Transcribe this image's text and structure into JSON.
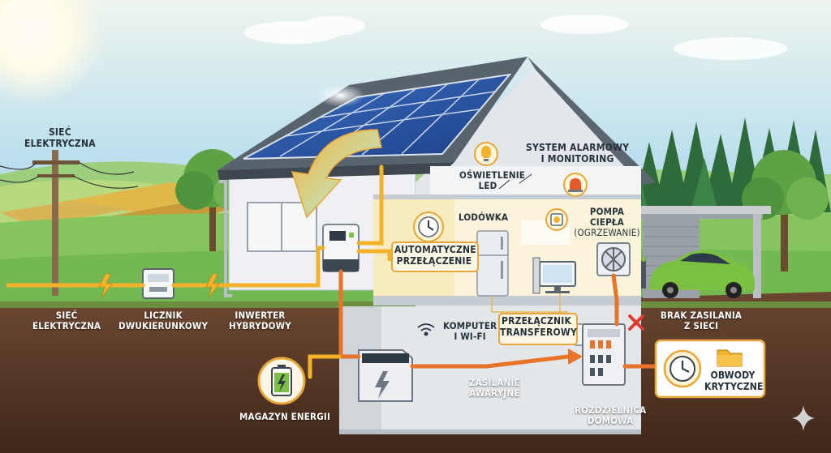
{
  "labels": {
    "grid_top_1": "SIEĆ",
    "grid_top_2": "ELEKTRYCZNA",
    "grid_bottom_1": "SIEĆ",
    "grid_bottom_2": "ELEKTRYCZNA",
    "meter_1": "LICZNIK",
    "meter_2": "DWUKIERUNKOWY",
    "inverter_1": "INWERTER",
    "inverter_2": "HYBRYDOWY",
    "auto_switch_1": "AUTOMATYCZNE",
    "auto_switch_2": "PRZEŁĄCZENIE",
    "led_1": "OŚWIETLENIE",
    "led_2": "LED",
    "alarm_1": "SYSTEM ALARMOWY",
    "alarm_2": "I MONITORING",
    "fridge": "LODÓWKA",
    "heat_pump_1": "POMPA",
    "heat_pump_2": "CIEPŁA",
    "heat_pump_3": "(OGRZEWANIE)",
    "computer_1": "KOMPUTER",
    "computer_2": "I WI-FI",
    "transfer_1": "PRZEŁĄCZNIK",
    "transfer_2": "TRANSFEROWY",
    "no_grid_1": "BRAK ZASILANIA",
    "no_grid_2": "Z SIECI",
    "backup_1": "ZASILANIE",
    "backup_2": "AWARYJNE",
    "critical_1": "OBWODY",
    "critical_2": "KRYTYCZNE",
    "storage": "MAGAZYN ENERGII",
    "panel_1": "ROZDZIELNICA",
    "panel_2": "DOMOWA"
  },
  "colors": {
    "sky_top": "#e8f2f2",
    "sky_bottom": "#a9d4ea",
    "grass": "#7cc35a",
    "soil": "#5a3a26",
    "wall": "#e9ebee",
    "roof": "#5b6670",
    "solar": "#2a5aa8",
    "energy_yellow": "#f2b22a",
    "energy_orange": "#e8742a",
    "car": "#7bc043",
    "alert_red": "#e03a2f"
  },
  "icons": [
    "sun",
    "power-pole",
    "meter-icon",
    "lightning-icon",
    "inverter-device",
    "clock-icon",
    "bulb-icon",
    "alarm-icon",
    "fridge",
    "fan-icon",
    "computer-icon",
    "wifi-icon",
    "transfer-switch",
    "x-mark-icon",
    "battery-icon",
    "switchboard",
    "folder-icon",
    "sparkle-icon",
    "car",
    "tree"
  ]
}
